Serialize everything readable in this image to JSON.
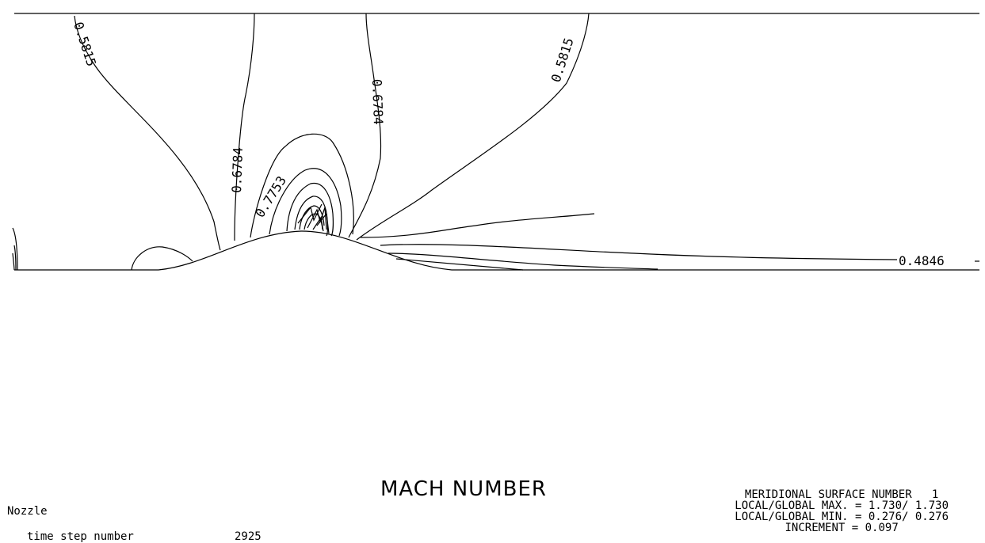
{
  "plot_title": "MACH NUMBER",
  "case_name": "Nozzle",
  "time_step": {
    "label": "time step number",
    "value": "2925"
  },
  "summary": {
    "surface": "MERIDIONAL SURFACE NUMBER   1",
    "max": "LOCAL/GLOBAL MAX. = 1.730/ 1.730",
    "min": "LOCAL/GLOBAL MIN. = 0.276/ 0.276",
    "increment": "INCREMENT = 0.097"
  },
  "contour_labels": {
    "left_0_5815": "0.5815",
    "right_0_5815": "0.5815",
    "left_0_6784": "0.6784",
    "center_0_6784": "0.6784",
    "label_0_7753": "0.7753",
    "outlet_0_4846": "0.4846"
  }
}
